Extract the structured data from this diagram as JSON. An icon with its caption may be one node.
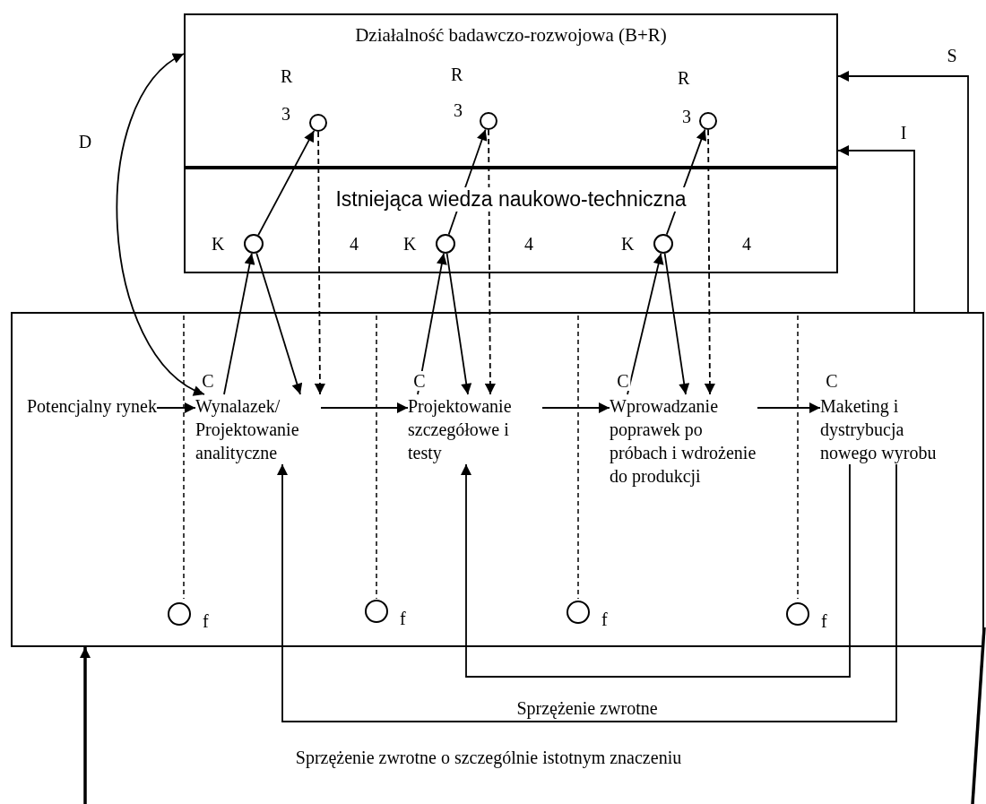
{
  "diagram": {
    "nodes": [
      {
        "text": [
          "Działalność badawczo-rozwojowa (B+R)"
        ]
      },
      {
        "text": [],
        "shape": "circle",
        "in": 0,
        "beside": [
          "R",
          "3"
        ]
      },
      {
        "text": [],
        "shape": "circle",
        "in": 0,
        "beside": [
          "R",
          "3"
        ]
      },
      {
        "text": [],
        "shape": "circle",
        "in": 0,
        "beside": [
          "R",
          "3"
        ]
      },
      {
        "text": [
          "Istniejąca wiedza naukowo-techniczna"
        ]
      },
      {
        "text": [],
        "shape": "circle",
        "in": 4,
        "beside": [
          "K"
        ]
      },
      {
        "text": [],
        "shape": "circle",
        "in": 4,
        "beside": [
          "K"
        ]
      },
      {
        "text": [],
        "shape": "circle",
        "in": 4,
        "beside": [
          "K"
        ]
      },
      {
        "text": [],
        "shape": "box"
      },
      {
        "text": [
          "Potencjalny rynek"
        ],
        "in": 8
      },
      {
        "text": [
          "Wynalazek/ Projektowanie analityczne"
        ],
        "in": 8
      },
      {
        "text": [
          "Projektowanie szczegółowe i testy"
        ],
        "in": 8
      },
      {
        "text": [
          "Wprowadzanie poprawek po próbach i wdrożenie do produkcji"
        ],
        "in": 8
      },
      {
        "text": [
          "Maketing i dystrybucja nowego wyrobu"
        ],
        "in": 8
      },
      {
        "text": [],
        "shape": "circle",
        "in": 8,
        "beside": [
          "f"
        ]
      },
      {
        "text": [],
        "shape": "circle",
        "in": 8,
        "beside": [
          "f"
        ]
      },
      {
        "text": [],
        "shape": "circle",
        "in": 8,
        "beside": [
          "f"
        ]
      },
      {
        "text": [],
        "shape": "circle",
        "in": 8,
        "beside": [
          "f"
        ]
      }
    ],
    "edges": [
      {
        "from": 9,
        "to": 10,
        "arrow": "to",
        "label": "C"
      },
      {
        "from": 10,
        "to": 11,
        "arrow": "to",
        "label": "C"
      },
      {
        "from": 11,
        "to": 12,
        "arrow": "to",
        "label": "C"
      },
      {
        "from": 12,
        "to": 13,
        "arrow": "to",
        "label": "C"
      },
      {
        "from": 10,
        "to": 5,
        "arrow": "to"
      },
      {
        "from": 5,
        "to": 1,
        "arrow": "to"
      },
      {
        "from": 5,
        "to": 10,
        "arrow": "to"
      },
      {
        "from": 1,
        "to": 10,
        "arrow": "to",
        "style": "dashed",
        "label": "4"
      },
      {
        "from": 11,
        "to": 6,
        "arrow": "to"
      },
      {
        "from": 6,
        "to": 2,
        "arrow": "to"
      },
      {
        "from": 6,
        "to": 11,
        "arrow": "to"
      },
      {
        "from": 2,
        "to": 11,
        "arrow": "to",
        "style": "dashed",
        "label": "4"
      },
      {
        "from": 12,
        "to": 7,
        "arrow": "to"
      },
      {
        "from": 7,
        "to": 3,
        "arrow": "to"
      },
      {
        "from": 7,
        "to": 12,
        "arrow": "to"
      },
      {
        "from": 3,
        "to": 12,
        "arrow": "to",
        "style": "dashed",
        "label": "4"
      },
      {
        "from": 0,
        "to": 10,
        "arrow": "both",
        "label": "D"
      },
      {
        "from": 8,
        "to": 0,
        "arrow": "to",
        "label": "S"
      },
      {
        "from": 8,
        "to": 0,
        "arrow": "to",
        "label": "I"
      },
      {
        "from": 13,
        "to": 11,
        "arrow": "to",
        "label": "Sprzężenie zwrotne"
      },
      {
        "from": 13,
        "to": 10,
        "arrow": "to",
        "label": "Sprzężenie zwrotne o szczególnie istotnym znaczeniu"
      },
      {
        "from": null,
        "to": 8,
        "arrow": "to",
        "style": "thick"
      },
      {
        "from": 8,
        "to": null,
        "arrow": "none",
        "style": "thick"
      }
    ]
  }
}
